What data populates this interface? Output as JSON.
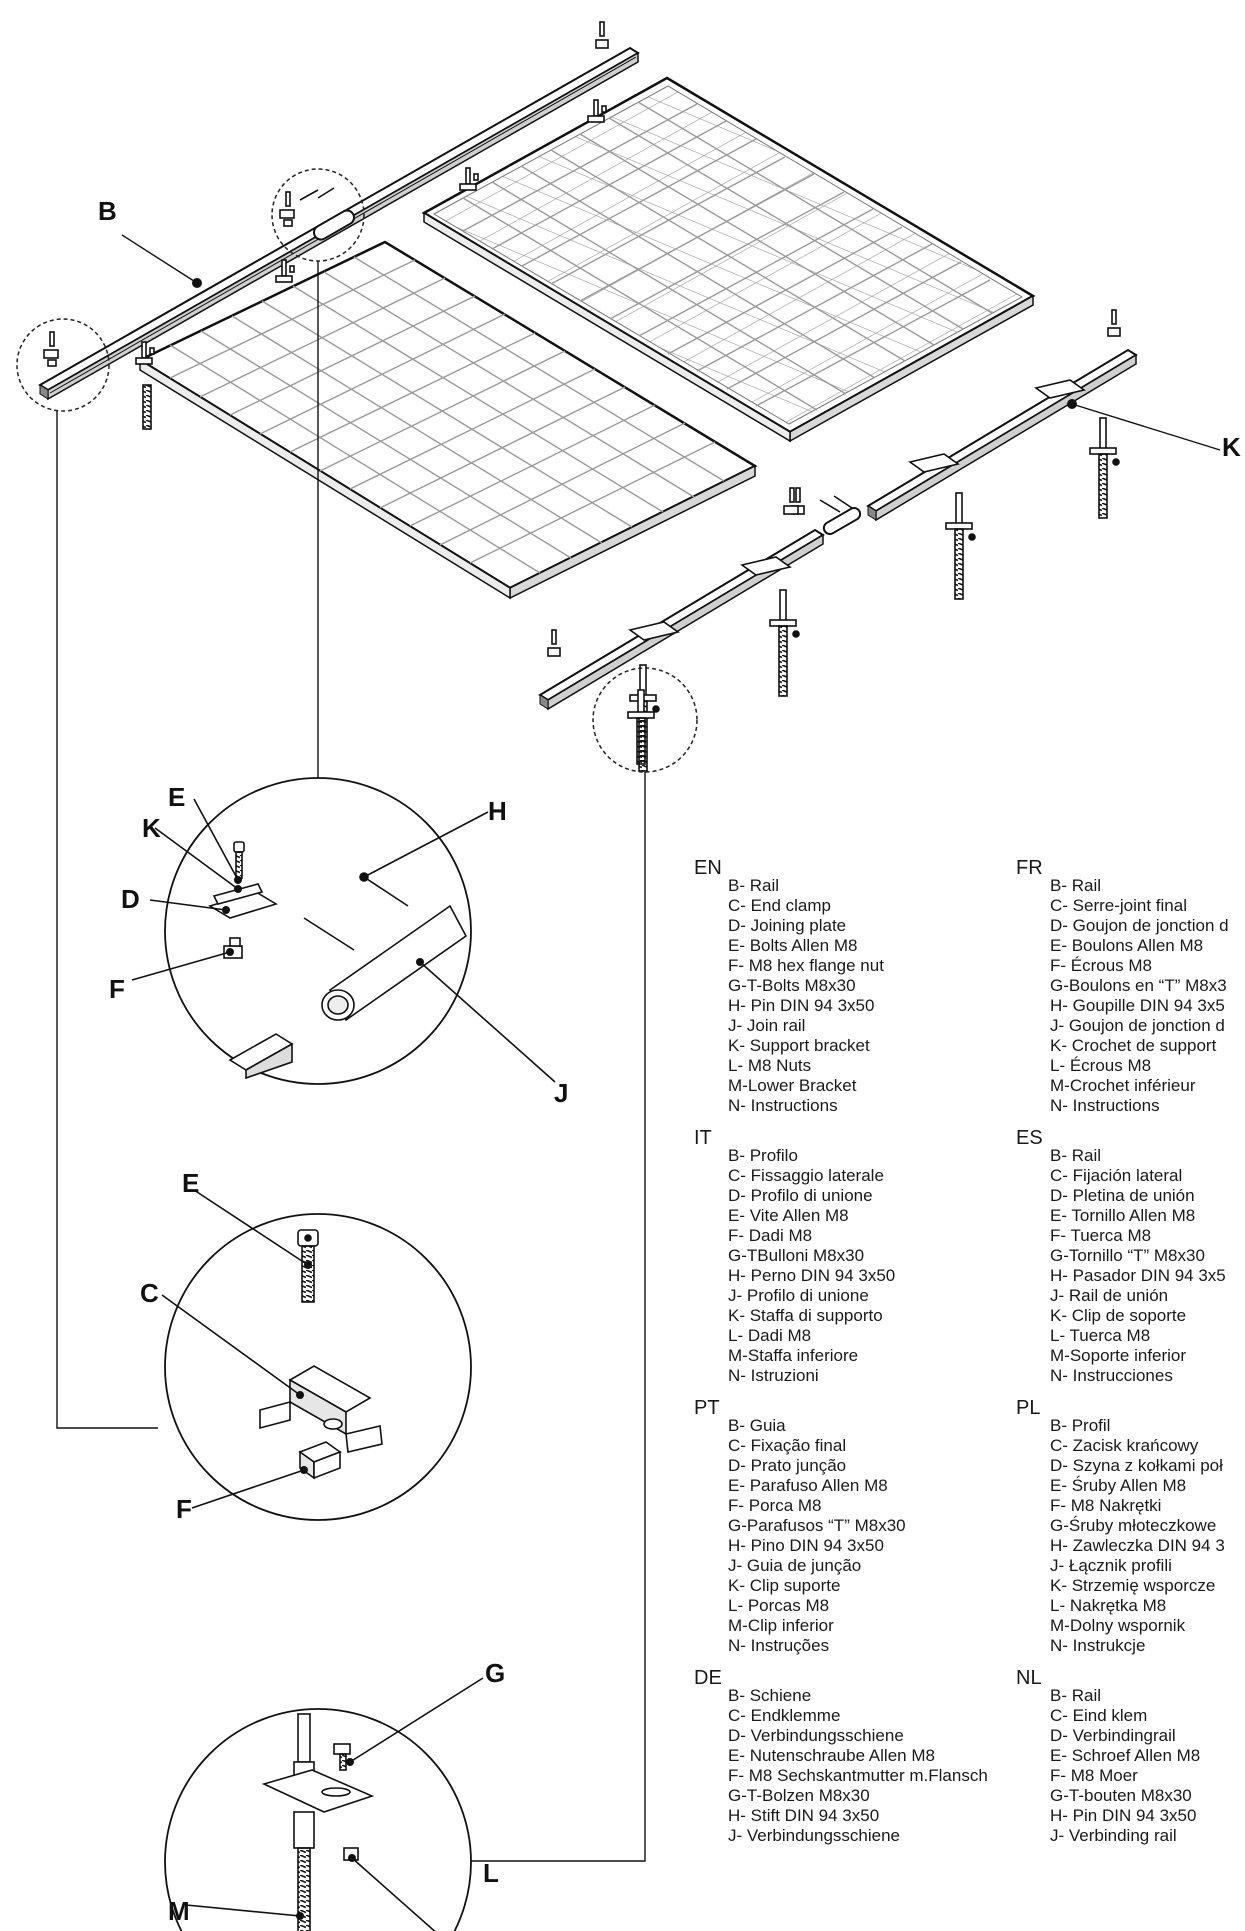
{
  "callouts": {
    "B": "B",
    "K_top": "K",
    "E_top": "E",
    "K_detail": "K",
    "D": "D",
    "F_top": "F",
    "H": "H",
    "J": "J",
    "E_mid": "E",
    "C": "C",
    "F_mid": "F",
    "G": "G",
    "L": "L",
    "M": "M"
  },
  "legend": [
    {
      "code": "EN",
      "items": [
        "B- Rail",
        "C- End clamp",
        "D- Joining plate",
        "E- Bolts Allen M8",
        "F- M8 hex flange nut",
        "G-T-Bolts M8x30",
        "H- Pin DIN 94 3x50",
        "J- Join rail",
        "K- Support bracket",
        "L- M8 Nuts",
        "M-Lower Bracket",
        "N- Instructions"
      ]
    },
    {
      "code": "IT",
      "items": [
        "B- Profilo",
        "C- Fissaggio laterale",
        "D- Profilo di unione",
        "E- Vite Allen M8",
        "F- Dadi M8",
        "G-TBulloni M8x30",
        "H- Perno DIN 94 3x50",
        "J- Profilo di unione",
        "K- Staffa di supporto",
        "L- Dadi M8",
        "M-Staffa inferiore",
        "N- Istruzioni"
      ]
    },
    {
      "code": "PT",
      "items": [
        "B- Guia",
        "C- Fixação final",
        "D- Prato junção",
        "E- Parafuso Allen M8",
        "F- Porca M8",
        "G-Parafusos “T” M8x30",
        "H- Pino DIN 94 3x50",
        "J- Guia de junção",
        "K- Clip suporte",
        "L- Porcas M8",
        "M-Clip inferior",
        "N- Instruções"
      ]
    },
    {
      "code": "DE",
      "items": [
        "B- Schiene",
        "C- Endklemme",
        "D- Verbindungsschiene",
        "E- Nutenschraube Allen M8",
        "F- M8 Sechskantmutter m.Flansch",
        "G-T-Bolzen M8x30",
        "H- Stift DIN 94 3x50",
        "J- Verbindungsschiene"
      ]
    },
    {
      "code": "FR",
      "items": [
        "B- Rail",
        "C- Serre-joint final",
        "D- Goujon de jonction d",
        "E- Boulons Allen M8",
        "F- Écrous M8",
        "G-Boulons en “T” M8x3",
        "H- Goupille DIN 94 3x5",
        "J- Goujon de jonction d",
        "K- Crochet de support",
        "L- Écrous M8",
        "M-Crochet inférieur",
        "N- Instructions"
      ]
    },
    {
      "code": "ES",
      "items": [
        "B- Rail",
        "C- Fijación lateral",
        "D- Pletina de unión",
        "E- Tornillo Allen M8",
        "F- Tuerca M8",
        "G-Tornillo “T” M8x30",
        "H- Pasador DIN 94 3x5",
        "J- Rail de unión",
        "K- Clip de soporte",
        "L- Tuerca M8",
        "M-Soporte inferior",
        "N- Instrucciones"
      ]
    },
    {
      "code": "PL",
      "items": [
        "B- Profil",
        "C- Zacisk krańcowy",
        "D- Szyna z kołkami poł",
        "E- Śruby Allen M8",
        "F- M8 Nakrętki",
        "G-Śruby młoteczkowe",
        "H- Zawleczka DIN 94 3",
        "J- Łącznik profili",
        "K- Strzemię wsporcze",
        "L- Nakrętka M8",
        "M-Dolny wspornik",
        "N- Instrukcje"
      ]
    },
    {
      "code": "NL",
      "items": [
        "B- Rail",
        "C- Eind klem",
        "D- Verbindingrail",
        "E- Schroef Allen M8",
        "F- M8 Moer",
        "G-T-bouten M8x30",
        "H- Pin DIN 94 3x50",
        "J- Verbinding rail"
      ]
    }
  ]
}
